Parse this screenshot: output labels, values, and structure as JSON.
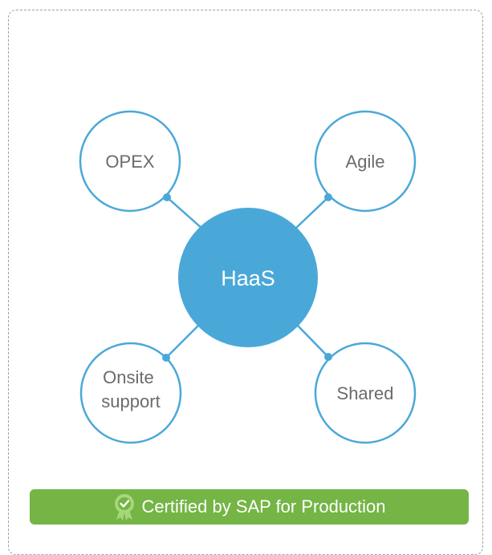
{
  "diagram": {
    "center": {
      "label": "HaaS",
      "color": "#4aa8d8"
    },
    "nodes": [
      {
        "label": "OPEX"
      },
      {
        "label": "Agile"
      },
      {
        "label": "Onsite support"
      },
      {
        "label": "Shared"
      }
    ],
    "accent": "#4aa8d8"
  },
  "banner": {
    "text": "Certified by SAP for Production",
    "icon": "certified-badge-icon",
    "color": "#74b545"
  }
}
